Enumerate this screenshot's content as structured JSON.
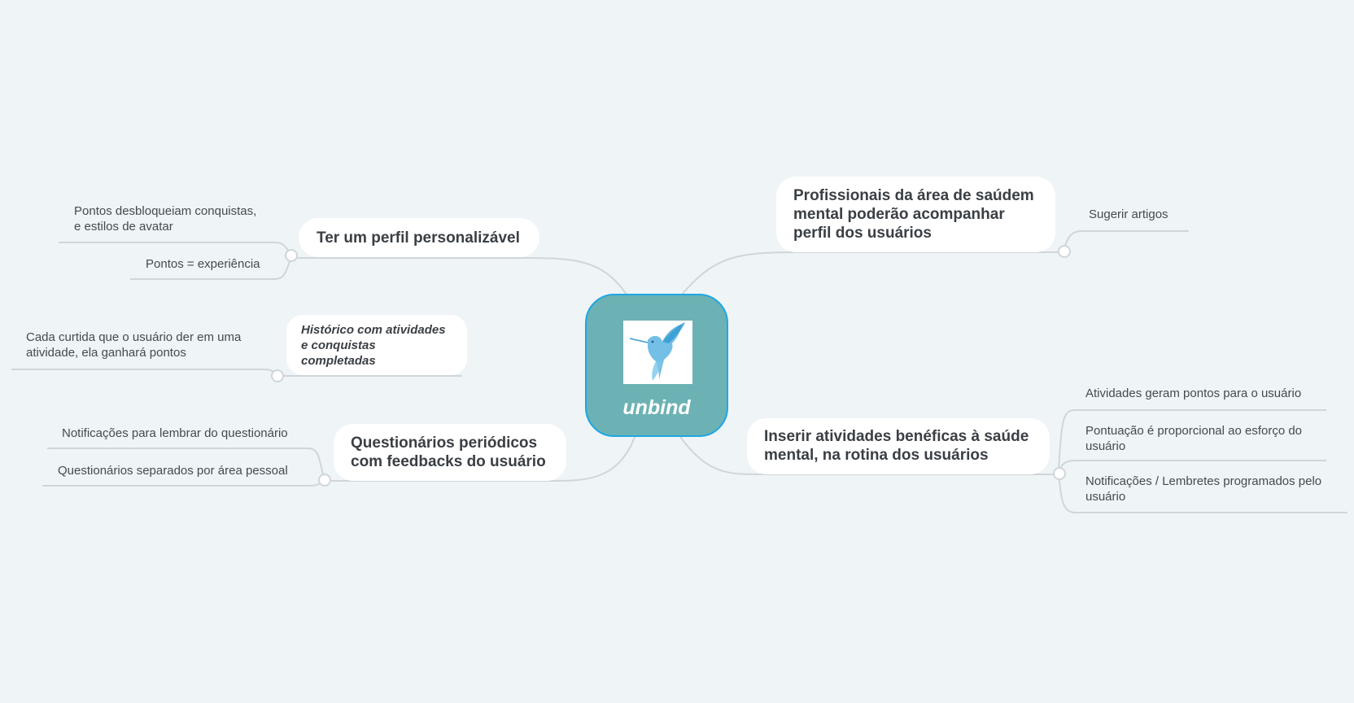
{
  "mindmap": {
    "root": {
      "label": "unbind",
      "image_icon": "hummingbird-icon",
      "fill_color": "#6cb2b4",
      "border_color": "#1ea7e4"
    },
    "branches": [
      {
        "label": "Ter um perfil personalizável",
        "leaves": [
          "Pontos desbloqueiam conquistas,\ne estilos de avatar",
          "Pontos = experiência"
        ]
      },
      {
        "label": "Histórico com atividades\ne conquistas\ncompletadas",
        "leaves": [
          "Cada curtida que o usuário der em uma\natividade, ela ganhará pontos"
        ]
      },
      {
        "label": "Questionários periódicos\ncom feedbacks do usuário",
        "leaves": [
          "Notificações para lembrar do questionário",
          "Questionários separados por área pessoal"
        ]
      },
      {
        "label": "Profissionais da área de saúdem\nmental poderão acompanhar\nperfil dos usuários",
        "leaves": [
          "Sugerir artigos"
        ]
      },
      {
        "label": "Inserir atividades benéficas à saúde\nmental, na rotina dos usuários",
        "leaves": [
          "Atividades geram pontos para o usuário",
          "Pontuação é proporcional ao esforço do\nusuário",
          "Notificações / Lembretes programados pelo\nusuário"
        ]
      }
    ],
    "colors": {
      "background": "#eff4f6",
      "connector": "#cfd6da",
      "text": "#3a3f44"
    }
  }
}
